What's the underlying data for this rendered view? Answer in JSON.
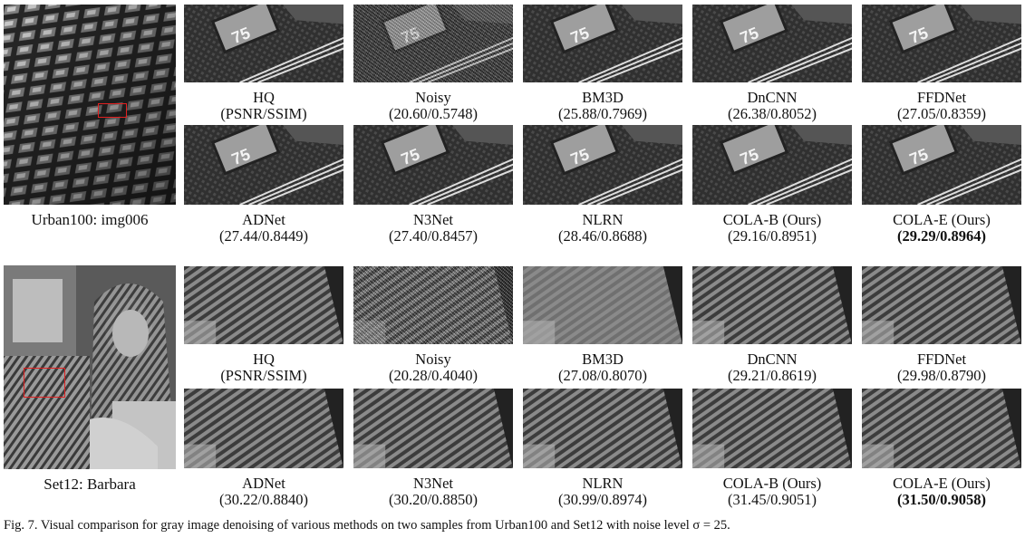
{
  "figure": {
    "caption_prefix": "Fig. 7.",
    "caption_text": "Visual comparison for gray image denoising of various methods on two samples from Urban100 and Set12 with noise level σ = 25."
  },
  "rows": [
    {
      "source_label": "Urban100: img006",
      "top": [
        {
          "method": "HQ",
          "metric": "(PSNR/SSIM)",
          "bold": false
        },
        {
          "method": "Noisy",
          "metric": "(20.60/0.5748)",
          "bold": false
        },
        {
          "method": "BM3D",
          "metric": "(25.88/0.7969)",
          "bold": false
        },
        {
          "method": "DnCNN",
          "metric": "(26.38/0.8052)",
          "bold": false
        },
        {
          "method": "FFDNet",
          "metric": "(27.05/0.8359)",
          "bold": false
        }
      ],
      "bottom": [
        {
          "method": "ADNet",
          "metric": "(27.44/0.8449)",
          "bold": false
        },
        {
          "method": "N3Net",
          "metric": "(27.40/0.8457)",
          "bold": false
        },
        {
          "method": "NLRN",
          "metric": "(28.46/0.8688)",
          "bold": false
        },
        {
          "method": "COLA-B (Ours)",
          "metric": "(29.16/0.8951)",
          "bold": false
        },
        {
          "method": "COLA-E (Ours)",
          "metric": "(29.29/0.8964)",
          "bold": true
        }
      ],
      "patch_text": "75"
    },
    {
      "source_label": "Set12: Barbara",
      "top": [
        {
          "method": "HQ",
          "metric": "(PSNR/SSIM)",
          "bold": false
        },
        {
          "method": "Noisy",
          "metric": "(20.28/0.4040)",
          "bold": false
        },
        {
          "method": "BM3D",
          "metric": "(27.08/0.8070)",
          "bold": false
        },
        {
          "method": "DnCNN",
          "metric": "(29.21/0.8619)",
          "bold": false
        },
        {
          "method": "FFDNet",
          "metric": "(29.98/0.8790)",
          "bold": false
        }
      ],
      "bottom": [
        {
          "method": "ADNet",
          "metric": "(30.22/0.8840)",
          "bold": false
        },
        {
          "method": "N3Net",
          "metric": "(30.20/0.8850)",
          "bold": false
        },
        {
          "method": "NLRN",
          "metric": "(30.99/0.8974)",
          "bold": false
        },
        {
          "method": "COLA-B (Ours)",
          "metric": "(31.45/0.9051)",
          "bold": false
        },
        {
          "method": "COLA-E (Ours)",
          "metric": "(31.50/0.9058)",
          "bold": true
        }
      ]
    }
  ]
}
